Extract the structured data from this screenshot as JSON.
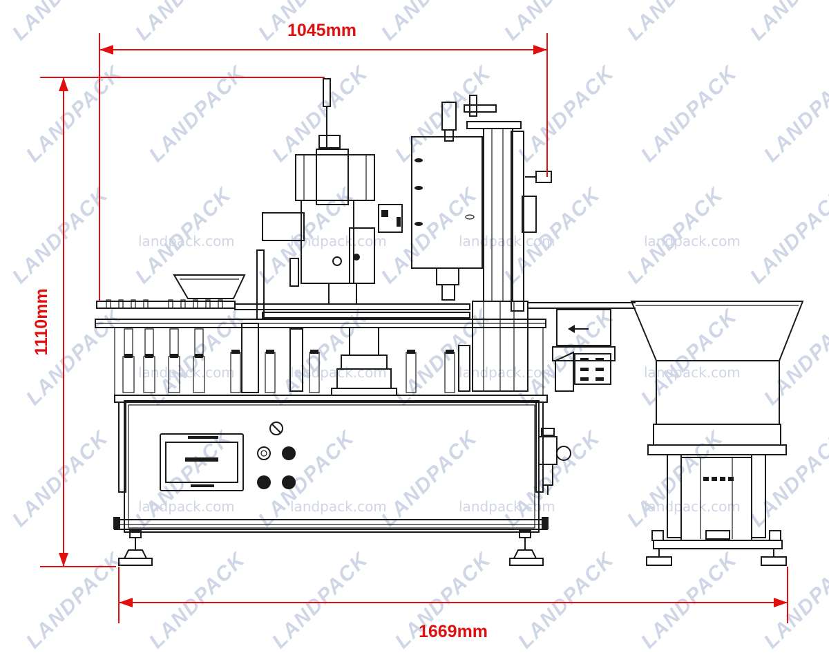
{
  "colors": {
    "dimension": "#e01010",
    "line": "#1a1a1a",
    "watermark": "#cfd6e6",
    "background": "#ffffff"
  },
  "dimensions": {
    "top_width": "1045mm",
    "height": "1110mm",
    "bottom_width": "1669mm"
  },
  "watermark": {
    "logo": "LANDPACK",
    "url": "landpack.com"
  }
}
